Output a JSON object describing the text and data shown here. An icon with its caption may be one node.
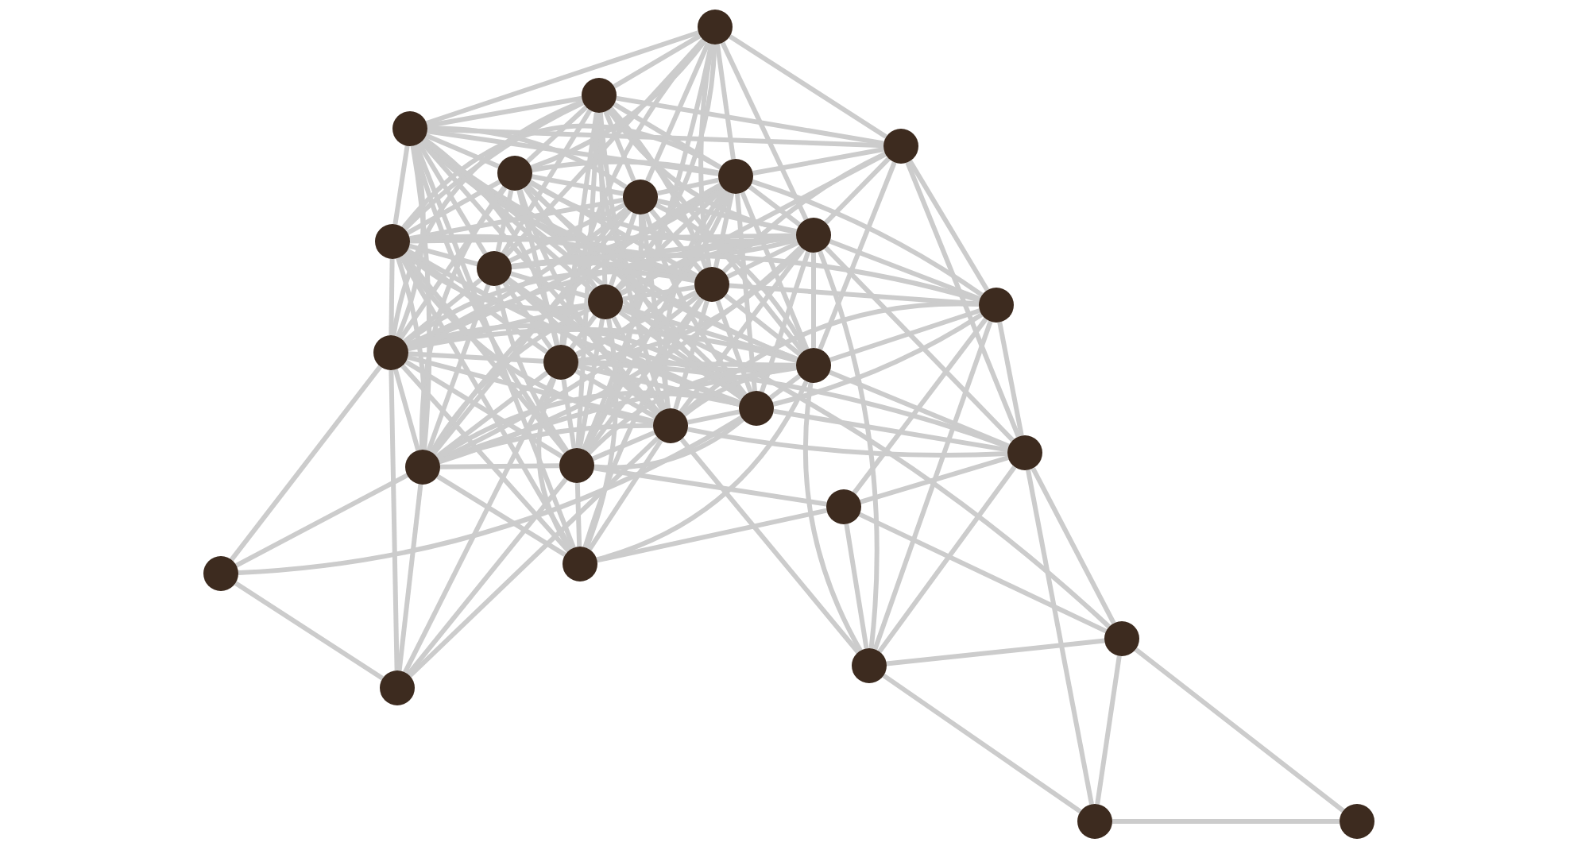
{
  "diagram": {
    "nodes": [
      {
        "text": [],
        "shape": "circle"
      },
      {
        "text": [],
        "shape": "circle"
      },
      {
        "text": [],
        "shape": "circle"
      },
      {
        "text": [],
        "shape": "circle"
      },
      {
        "text": [],
        "shape": "circle"
      },
      {
        "text": [],
        "shape": "circle"
      },
      {
        "text": [],
        "shape": "circle"
      },
      {
        "text": [],
        "shape": "circle"
      },
      {
        "text": [],
        "shape": "circle"
      },
      {
        "text": [],
        "shape": "circle"
      },
      {
        "text": [],
        "shape": "circle"
      },
      {
        "text": [],
        "shape": "circle"
      },
      {
        "text": [],
        "shape": "circle"
      },
      {
        "text": [],
        "shape": "circle"
      },
      {
        "text": [],
        "shape": "circle"
      },
      {
        "text": [],
        "shape": "circle"
      },
      {
        "text": [],
        "shape": "circle"
      },
      {
        "text": [],
        "shape": "circle"
      },
      {
        "text": [],
        "shape": "circle"
      },
      {
        "text": [],
        "shape": "circle"
      },
      {
        "text": [],
        "shape": "circle"
      },
      {
        "text": [],
        "shape": "circle"
      },
      {
        "text": [],
        "shape": "circle"
      },
      {
        "text": [],
        "shape": "circle"
      },
      {
        "text": [],
        "shape": "circle"
      },
      {
        "text": [],
        "shape": "circle"
      },
      {
        "text": [],
        "shape": "circle"
      },
      {
        "text": [],
        "shape": "circle"
      },
      {
        "text": [],
        "shape": "circle"
      }
    ],
    "edges": [
      {
        "from": 0,
        "to": 1,
        "arrow": "none"
      },
      {
        "from": 0,
        "to": 2,
        "arrow": "none"
      },
      {
        "from": 0,
        "to": 3,
        "arrow": "none"
      },
      {
        "from": 0,
        "to": 4,
        "arrow": "none"
      },
      {
        "from": 0,
        "to": 5,
        "arrow": "none"
      },
      {
        "from": 0,
        "to": 6,
        "arrow": "none"
      },
      {
        "from": 0,
        "to": 8,
        "arrow": "none"
      },
      {
        "from": 0,
        "to": 9,
        "arrow": "none"
      },
      {
        "from": 0,
        "to": 10,
        "arrow": "none"
      },
      {
        "from": 0,
        "to": 11,
        "arrow": "none"
      },
      {
        "from": 0,
        "to": 14,
        "arrow": "none"
      },
      {
        "from": 0,
        "to": 19,
        "arrow": "none"
      },
      {
        "from": 1,
        "to": 2,
        "arrow": "none"
      },
      {
        "from": 1,
        "to": 3,
        "arrow": "none"
      },
      {
        "from": 1,
        "to": 4,
        "arrow": "none"
      },
      {
        "from": 1,
        "to": 5,
        "arrow": "none"
      },
      {
        "from": 1,
        "to": 6,
        "arrow": "none"
      },
      {
        "from": 1,
        "to": 7,
        "arrow": "none"
      },
      {
        "from": 1,
        "to": 8,
        "arrow": "none"
      },
      {
        "from": 1,
        "to": 9,
        "arrow": "none"
      },
      {
        "from": 1,
        "to": 10,
        "arrow": "none"
      },
      {
        "from": 1,
        "to": 11,
        "arrow": "none"
      },
      {
        "from": 1,
        "to": 13,
        "arrow": "none"
      },
      {
        "from": 1,
        "to": 14,
        "arrow": "none"
      },
      {
        "from": 1,
        "to": 15,
        "arrow": "none"
      },
      {
        "from": 1,
        "to": 16,
        "arrow": "none"
      },
      {
        "from": 1,
        "to": 17,
        "arrow": "none"
      },
      {
        "from": 1,
        "to": 19,
        "arrow": "none"
      },
      {
        "from": 2,
        "to": 3,
        "arrow": "none"
      },
      {
        "from": 2,
        "to": 4,
        "arrow": "none"
      },
      {
        "from": 2,
        "to": 5,
        "arrow": "none"
      },
      {
        "from": 2,
        "to": 6,
        "arrow": "none"
      },
      {
        "from": 2,
        "to": 7,
        "arrow": "none"
      },
      {
        "from": 2,
        "to": 8,
        "arrow": "none"
      },
      {
        "from": 2,
        "to": 9,
        "arrow": "none"
      },
      {
        "from": 2,
        "to": 10,
        "arrow": "none"
      },
      {
        "from": 2,
        "to": 11,
        "arrow": "none"
      },
      {
        "from": 2,
        "to": 13,
        "arrow": "none"
      },
      {
        "from": 2,
        "to": 14,
        "arrow": "none"
      },
      {
        "from": 2,
        "to": 15,
        "arrow": "none"
      },
      {
        "from": 2,
        "to": 16,
        "arrow": "none"
      },
      {
        "from": 2,
        "to": 17,
        "arrow": "none"
      },
      {
        "from": 2,
        "to": 18,
        "arrow": "none"
      },
      {
        "from": 2,
        "to": 19,
        "arrow": "none"
      },
      {
        "from": 2,
        "to": 23,
        "arrow": "none"
      },
      {
        "from": 3,
        "to": 5,
        "arrow": "none"
      },
      {
        "from": 3,
        "to": 8,
        "arrow": "none"
      },
      {
        "from": 3,
        "to": 10,
        "arrow": "none"
      },
      {
        "from": 3,
        "to": 11,
        "arrow": "none"
      },
      {
        "from": 3,
        "to": 12,
        "arrow": "none"
      },
      {
        "from": 3,
        "to": 15,
        "arrow": "none"
      },
      {
        "from": 3,
        "to": 20,
        "arrow": "none"
      },
      {
        "from": 4,
        "to": 5,
        "arrow": "none"
      },
      {
        "from": 4,
        "to": 6,
        "arrow": "none"
      },
      {
        "from": 4,
        "to": 7,
        "arrow": "none"
      },
      {
        "from": 4,
        "to": 8,
        "arrow": "none"
      },
      {
        "from": 4,
        "to": 9,
        "arrow": "none"
      },
      {
        "from": 4,
        "to": 10,
        "arrow": "none"
      },
      {
        "from": 4,
        "to": 11,
        "arrow": "none"
      },
      {
        "from": 4,
        "to": 13,
        "arrow": "none"
      },
      {
        "from": 4,
        "to": 14,
        "arrow": "none"
      },
      {
        "from": 4,
        "to": 15,
        "arrow": "none"
      },
      {
        "from": 4,
        "to": 16,
        "arrow": "none"
      },
      {
        "from": 4,
        "to": 17,
        "arrow": "none"
      },
      {
        "from": 4,
        "to": 18,
        "arrow": "none"
      },
      {
        "from": 5,
        "to": 6,
        "arrow": "none"
      },
      {
        "from": 5,
        "to": 7,
        "arrow": "none"
      },
      {
        "from": 5,
        "to": 8,
        "arrow": "none"
      },
      {
        "from": 5,
        "to": 9,
        "arrow": "none"
      },
      {
        "from": 5,
        "to": 10,
        "arrow": "none"
      },
      {
        "from": 5,
        "to": 11,
        "arrow": "none"
      },
      {
        "from": 5,
        "to": 12,
        "arrow": "none"
      },
      {
        "from": 5,
        "to": 13,
        "arrow": "none"
      },
      {
        "from": 5,
        "to": 14,
        "arrow": "none"
      },
      {
        "from": 5,
        "to": 15,
        "arrow": "none"
      },
      {
        "from": 5,
        "to": 16,
        "arrow": "none"
      },
      {
        "from": 5,
        "to": 17,
        "arrow": "none"
      },
      {
        "from": 5,
        "to": 18,
        "arrow": "none"
      },
      {
        "from": 5,
        "to": 19,
        "arrow": "none"
      },
      {
        "from": 6,
        "to": 7,
        "arrow": "none"
      },
      {
        "from": 6,
        "to": 8,
        "arrow": "none"
      },
      {
        "from": 6,
        "to": 9,
        "arrow": "none"
      },
      {
        "from": 6,
        "to": 10,
        "arrow": "none"
      },
      {
        "from": 6,
        "to": 11,
        "arrow": "none"
      },
      {
        "from": 6,
        "to": 13,
        "arrow": "none"
      },
      {
        "from": 6,
        "to": 14,
        "arrow": "none"
      },
      {
        "from": 6,
        "to": 15,
        "arrow": "none"
      },
      {
        "from": 6,
        "to": 16,
        "arrow": "none"
      },
      {
        "from": 6,
        "to": 17,
        "arrow": "none"
      },
      {
        "from": 6,
        "to": 18,
        "arrow": "none"
      },
      {
        "from": 6,
        "to": 19,
        "arrow": "none"
      },
      {
        "from": 7,
        "to": 8,
        "arrow": "none"
      },
      {
        "from": 7,
        "to": 9,
        "arrow": "none"
      },
      {
        "from": 7,
        "to": 10,
        "arrow": "none"
      },
      {
        "from": 7,
        "to": 11,
        "arrow": "none"
      },
      {
        "from": 7,
        "to": 13,
        "arrow": "none"
      },
      {
        "from": 7,
        "to": 14,
        "arrow": "none"
      },
      {
        "from": 7,
        "to": 16,
        "arrow": "none"
      },
      {
        "from": 7,
        "to": 17,
        "arrow": "none"
      },
      {
        "from": 7,
        "to": 18,
        "arrow": "none"
      },
      {
        "from": 7,
        "to": 19,
        "arrow": "none"
      },
      {
        "from": 7,
        "to": 23,
        "arrow": "none"
      },
      {
        "from": 8,
        "to": 9,
        "arrow": "none"
      },
      {
        "from": 8,
        "to": 10,
        "arrow": "none"
      },
      {
        "from": 8,
        "to": 11,
        "arrow": "none"
      },
      {
        "from": 8,
        "to": 12,
        "arrow": "none"
      },
      {
        "from": 8,
        "to": 13,
        "arrow": "none"
      },
      {
        "from": 8,
        "to": 14,
        "arrow": "none"
      },
      {
        "from": 8,
        "to": 15,
        "arrow": "none"
      },
      {
        "from": 8,
        "to": 16,
        "arrow": "none"
      },
      {
        "from": 8,
        "to": 17,
        "arrow": "none"
      },
      {
        "from": 8,
        "to": 18,
        "arrow": "none"
      },
      {
        "from": 8,
        "to": 20,
        "arrow": "none"
      },
      {
        "from": 8,
        "to": 25,
        "arrow": "none"
      },
      {
        "from": 9,
        "to": 10,
        "arrow": "none"
      },
      {
        "from": 9,
        "to": 11,
        "arrow": "none"
      },
      {
        "from": 9,
        "to": 12,
        "arrow": "none"
      },
      {
        "from": 9,
        "to": 13,
        "arrow": "none"
      },
      {
        "from": 9,
        "to": 14,
        "arrow": "none"
      },
      {
        "from": 9,
        "to": 15,
        "arrow": "none"
      },
      {
        "from": 9,
        "to": 16,
        "arrow": "none"
      },
      {
        "from": 9,
        "to": 17,
        "arrow": "none"
      },
      {
        "from": 9,
        "to": 18,
        "arrow": "none"
      },
      {
        "from": 9,
        "to": 19,
        "arrow": "none"
      },
      {
        "from": 10,
        "to": 11,
        "arrow": "none"
      },
      {
        "from": 10,
        "to": 13,
        "arrow": "none"
      },
      {
        "from": 10,
        "to": 14,
        "arrow": "none"
      },
      {
        "from": 10,
        "to": 15,
        "arrow": "none"
      },
      {
        "from": 10,
        "to": 16,
        "arrow": "none"
      },
      {
        "from": 10,
        "to": 17,
        "arrow": "none"
      },
      {
        "from": 10,
        "to": 18,
        "arrow": "none"
      },
      {
        "from": 10,
        "to": 19,
        "arrow": "none"
      },
      {
        "from": 10,
        "to": 23,
        "arrow": "none"
      },
      {
        "from": 10,
        "to": 26,
        "arrow": "none"
      },
      {
        "from": 11,
        "to": 12,
        "arrow": "none"
      },
      {
        "from": 11,
        "to": 13,
        "arrow": "none"
      },
      {
        "from": 11,
        "to": 14,
        "arrow": "none"
      },
      {
        "from": 11,
        "to": 15,
        "arrow": "none"
      },
      {
        "from": 11,
        "to": 16,
        "arrow": "none"
      },
      {
        "from": 11,
        "to": 17,
        "arrow": "none"
      },
      {
        "from": 11,
        "to": 18,
        "arrow": "none"
      },
      {
        "from": 11,
        "to": 19,
        "arrow": "none"
      },
      {
        "from": 11,
        "to": 23,
        "arrow": "none"
      },
      {
        "from": 12,
        "to": 15,
        "arrow": "none"
      },
      {
        "from": 12,
        "to": 16,
        "arrow": "none"
      },
      {
        "from": 12,
        "to": 17,
        "arrow": "none"
      },
      {
        "from": 12,
        "to": 20,
        "arrow": "none"
      },
      {
        "from": 12,
        "to": 21,
        "arrow": "none"
      },
      {
        "from": 12,
        "to": 25,
        "arrow": "none"
      },
      {
        "from": 13,
        "to": 14,
        "arrow": "none"
      },
      {
        "from": 13,
        "to": 15,
        "arrow": "none"
      },
      {
        "from": 13,
        "to": 16,
        "arrow": "none"
      },
      {
        "from": 13,
        "to": 17,
        "arrow": "none"
      },
      {
        "from": 13,
        "to": 18,
        "arrow": "none"
      },
      {
        "from": 13,
        "to": 19,
        "arrow": "none"
      },
      {
        "from": 13,
        "to": 22,
        "arrow": "none"
      },
      {
        "from": 13,
        "to": 23,
        "arrow": "none"
      },
      {
        "from": 13,
        "to": 24,
        "arrow": "none"
      },
      {
        "from": 14,
        "to": 15,
        "arrow": "none"
      },
      {
        "from": 14,
        "to": 16,
        "arrow": "none"
      },
      {
        "from": 14,
        "to": 17,
        "arrow": "none"
      },
      {
        "from": 14,
        "to": 18,
        "arrow": "none"
      },
      {
        "from": 14,
        "to": 19,
        "arrow": "none"
      },
      {
        "from": 14,
        "to": 20,
        "arrow": "none"
      },
      {
        "from": 14,
        "to": 23,
        "arrow": "none"
      },
      {
        "from": 14,
        "to": 24,
        "arrow": "none"
      },
      {
        "from": 15,
        "to": 16,
        "arrow": "none"
      },
      {
        "from": 15,
        "to": 17,
        "arrow": "none"
      },
      {
        "from": 15,
        "to": 18,
        "arrow": "none"
      },
      {
        "from": 15,
        "to": 19,
        "arrow": "none"
      },
      {
        "from": 15,
        "to": 20,
        "arrow": "none"
      },
      {
        "from": 15,
        "to": 23,
        "arrow": "none"
      },
      {
        "from": 15,
        "to": 25,
        "arrow": "none"
      },
      {
        "from": 16,
        "to": 17,
        "arrow": "none"
      },
      {
        "from": 16,
        "to": 18,
        "arrow": "none"
      },
      {
        "from": 16,
        "to": 19,
        "arrow": "none"
      },
      {
        "from": 16,
        "to": 20,
        "arrow": "none"
      },
      {
        "from": 16,
        "to": 23,
        "arrow": "none"
      },
      {
        "from": 16,
        "to": 24,
        "arrow": "none"
      },
      {
        "from": 16,
        "to": 25,
        "arrow": "none"
      },
      {
        "from": 17,
        "to": 18,
        "arrow": "none"
      },
      {
        "from": 17,
        "to": 19,
        "arrow": "none"
      },
      {
        "from": 17,
        "to": 20,
        "arrow": "none"
      },
      {
        "from": 17,
        "to": 22,
        "arrow": "none"
      },
      {
        "from": 18,
        "to": 19,
        "arrow": "none"
      },
      {
        "from": 18,
        "to": 22,
        "arrow": "none"
      },
      {
        "from": 18,
        "to": 23,
        "arrow": "none"
      },
      {
        "from": 18,
        "to": 24,
        "arrow": "none"
      },
      {
        "from": 19,
        "to": 21,
        "arrow": "none"
      },
      {
        "from": 19,
        "to": 23,
        "arrow": "none"
      },
      {
        "from": 19,
        "to": 24,
        "arrow": "none"
      },
      {
        "from": 20,
        "to": 21,
        "arrow": "none"
      },
      {
        "from": 20,
        "to": 25,
        "arrow": "none"
      },
      {
        "from": 20,
        "to": 26,
        "arrow": "none"
      },
      {
        "from": 20,
        "to": 27,
        "arrow": "none"
      },
      {
        "from": 21,
        "to": 23,
        "arrow": "none"
      },
      {
        "from": 21,
        "to": 25,
        "arrow": "none"
      },
      {
        "from": 21,
        "to": 26,
        "arrow": "none"
      },
      {
        "from": 22,
        "to": 24,
        "arrow": "none"
      },
      {
        "from": 25,
        "to": 26,
        "arrow": "none"
      },
      {
        "from": 25,
        "to": 27,
        "arrow": "none"
      },
      {
        "from": 26,
        "to": 27,
        "arrow": "none"
      },
      {
        "from": 26,
        "to": 28,
        "arrow": "none"
      },
      {
        "from": 27,
        "to": 28,
        "arrow": "none"
      }
    ]
  }
}
